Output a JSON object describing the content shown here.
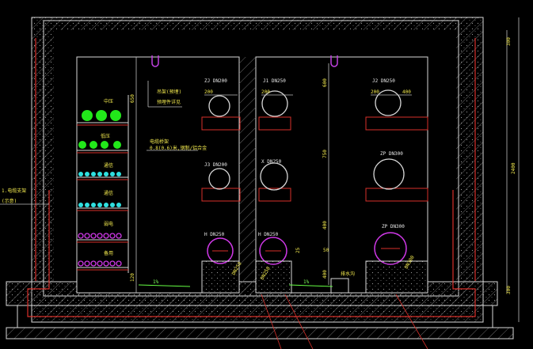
{
  "colors": {
    "background": "#000000",
    "wall_outline": "#d8d8d8",
    "hatch": "#6a6a6a",
    "pipe_green": "#22e81a",
    "pipe_cyan": "#2fe0e0",
    "pipe_magenta": "#d038e8",
    "support_red": "#d8302a",
    "text_yellow": "#f2e94e",
    "text_white": "#e8e8e8",
    "slope_green": "#66ff44"
  },
  "icons": {
    "hanger": "hanger-icon",
    "pipe": "pipe-circle-icon"
  },
  "labels": {
    "dim_top_right": "300",
    "dim_mid_right": "2400",
    "dim_bot_right": "300",
    "dim_650": "650",
    "dim_600": "600",
    "dim_750": "750",
    "dim_400a": "400",
    "dim_400b": "400",
    "dim_50": "50",
    "dim_120": "120",
    "dim_25": "25",
    "dim_200a": "200",
    "dim_200b": "200",
    "dim_200c": "200",
    "dim_400c": "400",
    "slope_left": "1%",
    "slope_right": "1%",
    "note_left_1": "1.电缆支架",
    "note_left_2": "(示意)",
    "note_mid_1": "电缆桥架",
    "note_mid_2": "0.8(0.6)米,钢制/铝合金",
    "note_top_1": "吊架(预埋)",
    "note_top_2": "预埋件详见",
    "note_drain": "排水沟",
    "tray_1": "中压",
    "tray_2": "低压",
    "tray_3": "通信",
    "tray_4": "通信",
    "tray_5": "弱电",
    "tray_6": "备用",
    "pipe_zj": "ZJ DN200",
    "pipe_j1": "J1 DN250",
    "pipe_j2": "J2 DN250",
    "pipe_j3": "J3 DN200",
    "pipe_x": "X DN250",
    "pipe_zp1": "ZP DN300",
    "pipe_h1": "H DN250",
    "pipe_h2": "H DN250",
    "pipe_zp2": "ZP DN300",
    "pipe_dim_1": "DN250",
    "pipe_dim_2": "DN250",
    "pipe_dim_3": "DN300"
  }
}
